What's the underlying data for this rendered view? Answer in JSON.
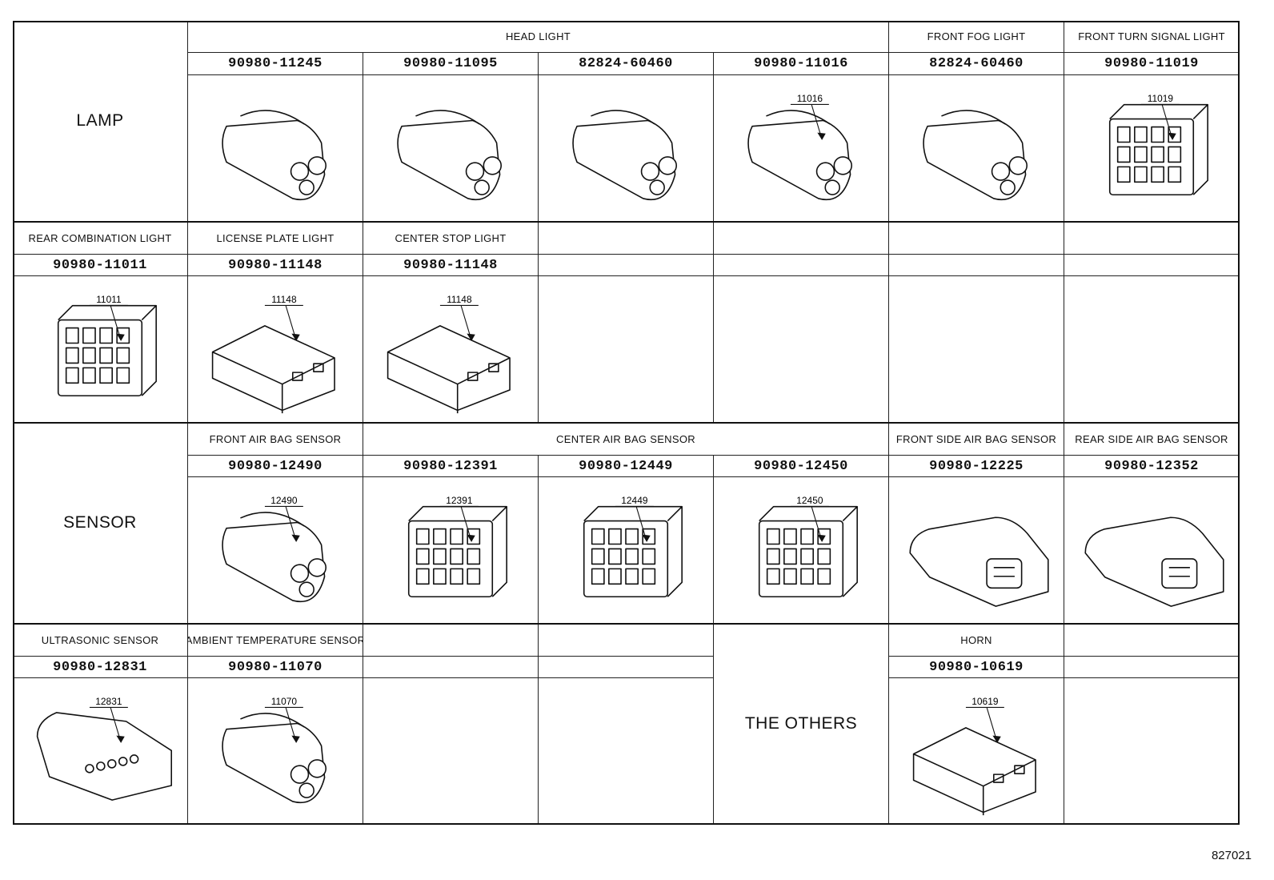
{
  "sections": {
    "lamp": "LAMP",
    "sensor": "SENSOR",
    "others": "THE OTHERS"
  },
  "rows": [
    {
      "cells": [
        {
          "name": "HEAD LIGHT",
          "part": "90980-11245",
          "callout": ""
        },
        {
          "name": "",
          "part": "90980-11095",
          "callout": ""
        },
        {
          "name": "",
          "part": "82824-60460",
          "callout": ""
        },
        {
          "name": "",
          "part": "90980-11016",
          "callout": "11016"
        },
        {
          "name": "FRONT FOG LIGHT",
          "part": "82824-60460",
          "callout": ""
        },
        {
          "name": "FRONT TURN SIGNAL LIGHT",
          "part": "90980-11019",
          "callout": "11019"
        }
      ]
    },
    {
      "cells": [
        {
          "name": "REAR COMBINATION LIGHT",
          "part": "90980-11011",
          "callout": "11011"
        },
        {
          "name": "LICENSE PLATE LIGHT",
          "part": "90980-11148",
          "callout": "11148"
        },
        {
          "name": "CENTER STOP LIGHT",
          "part": "90980-11148",
          "callout": "11148"
        },
        {
          "name": "",
          "part": "",
          "callout": ""
        },
        {
          "name": "",
          "part": "",
          "callout": ""
        },
        {
          "name": "",
          "part": "",
          "callout": ""
        },
        {
          "name": "",
          "part": "",
          "callout": ""
        }
      ]
    },
    {
      "cells": [
        {
          "name": "FRONT AIR BAG SENSOR",
          "part": "90980-12490",
          "callout": "12490"
        },
        {
          "name": "CENTER AIR BAG SENSOR",
          "part": "90980-12391",
          "callout": "12391"
        },
        {
          "name": "",
          "part": "90980-12449",
          "callout": "12449"
        },
        {
          "name": "",
          "part": "90980-12450",
          "callout": "12450"
        },
        {
          "name": "FRONT SIDE AIR BAG SENSOR",
          "part": "90980-12225",
          "callout": ""
        },
        {
          "name": "REAR SIDE AIR BAG SENSOR",
          "part": "90980-12352",
          "callout": ""
        }
      ]
    },
    {
      "cells": [
        {
          "name": "ULTRASONIC SENSOR",
          "part": "90980-12831",
          "callout": "12831"
        },
        {
          "name": "AMBIENT TEMPERATURE SENSOR",
          "part": "90980-11070",
          "callout": "11070"
        },
        {
          "name": "",
          "part": "",
          "callout": ""
        },
        {
          "name": "",
          "part": "",
          "callout": ""
        },
        {
          "name": "HORN",
          "part": "90980-10619",
          "callout": "10619"
        },
        {
          "name": "",
          "part": "",
          "callout": ""
        }
      ]
    }
  ],
  "figure_code": "827021"
}
